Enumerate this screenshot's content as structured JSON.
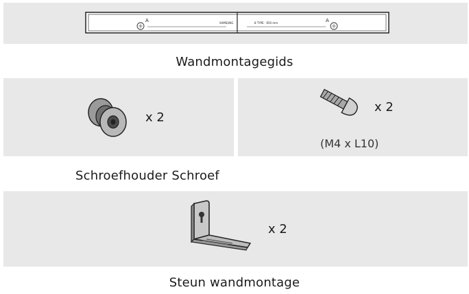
{
  "guide": {
    "caption": "Wandmontagegids",
    "strip_left_text": "SAMSUNG",
    "strip_right_text": "8 TYPE · 650 mm",
    "mark_left": "A",
    "mark_right": "A"
  },
  "holder": {
    "quantity": "x 2"
  },
  "screw": {
    "quantity": "x 2",
    "spec": "(M4 x L10)"
  },
  "middle_caption": "Schroefhouder Schroef",
  "bracket": {
    "quantity": "x 2",
    "caption": "Steun wandmontage"
  }
}
